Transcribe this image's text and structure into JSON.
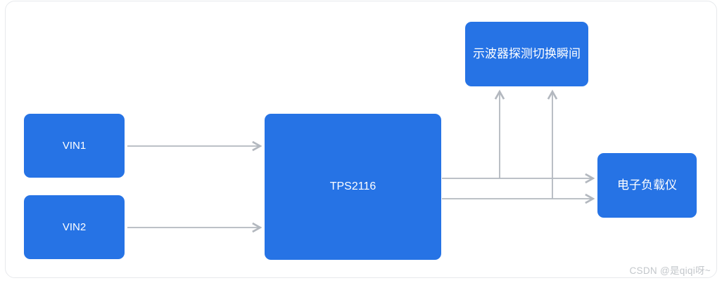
{
  "diagram": {
    "nodes": {
      "vin1": {
        "label": "VIN1"
      },
      "vin2": {
        "label": "VIN2"
      },
      "tps2116": {
        "label": "TPS2116"
      },
      "oscilloscope": {
        "label": "示波器探测切换瞬间"
      },
      "load": {
        "label": "电子负载仪"
      }
    },
    "edges": [
      {
        "from": "vin1",
        "to": "tps2116",
        "direction": "right"
      },
      {
        "from": "vin2",
        "to": "tps2116",
        "direction": "right"
      },
      {
        "from": "tps2116",
        "to": "load",
        "via": "output-line-1",
        "direction": "right"
      },
      {
        "from": "tps2116",
        "to": "load",
        "via": "output-line-2",
        "direction": "right"
      },
      {
        "from": "output-line-1",
        "to": "oscilloscope",
        "direction": "up"
      },
      {
        "from": "output-line-2",
        "to": "oscilloscope",
        "direction": "up"
      }
    ],
    "colors": {
      "node_fill": "#2673e5",
      "node_text": "#ffffff",
      "arrow": "#b3b8bf",
      "canvas_border": "#e7e9ec"
    }
  },
  "watermark": "CSDN @是qiqi呀~"
}
